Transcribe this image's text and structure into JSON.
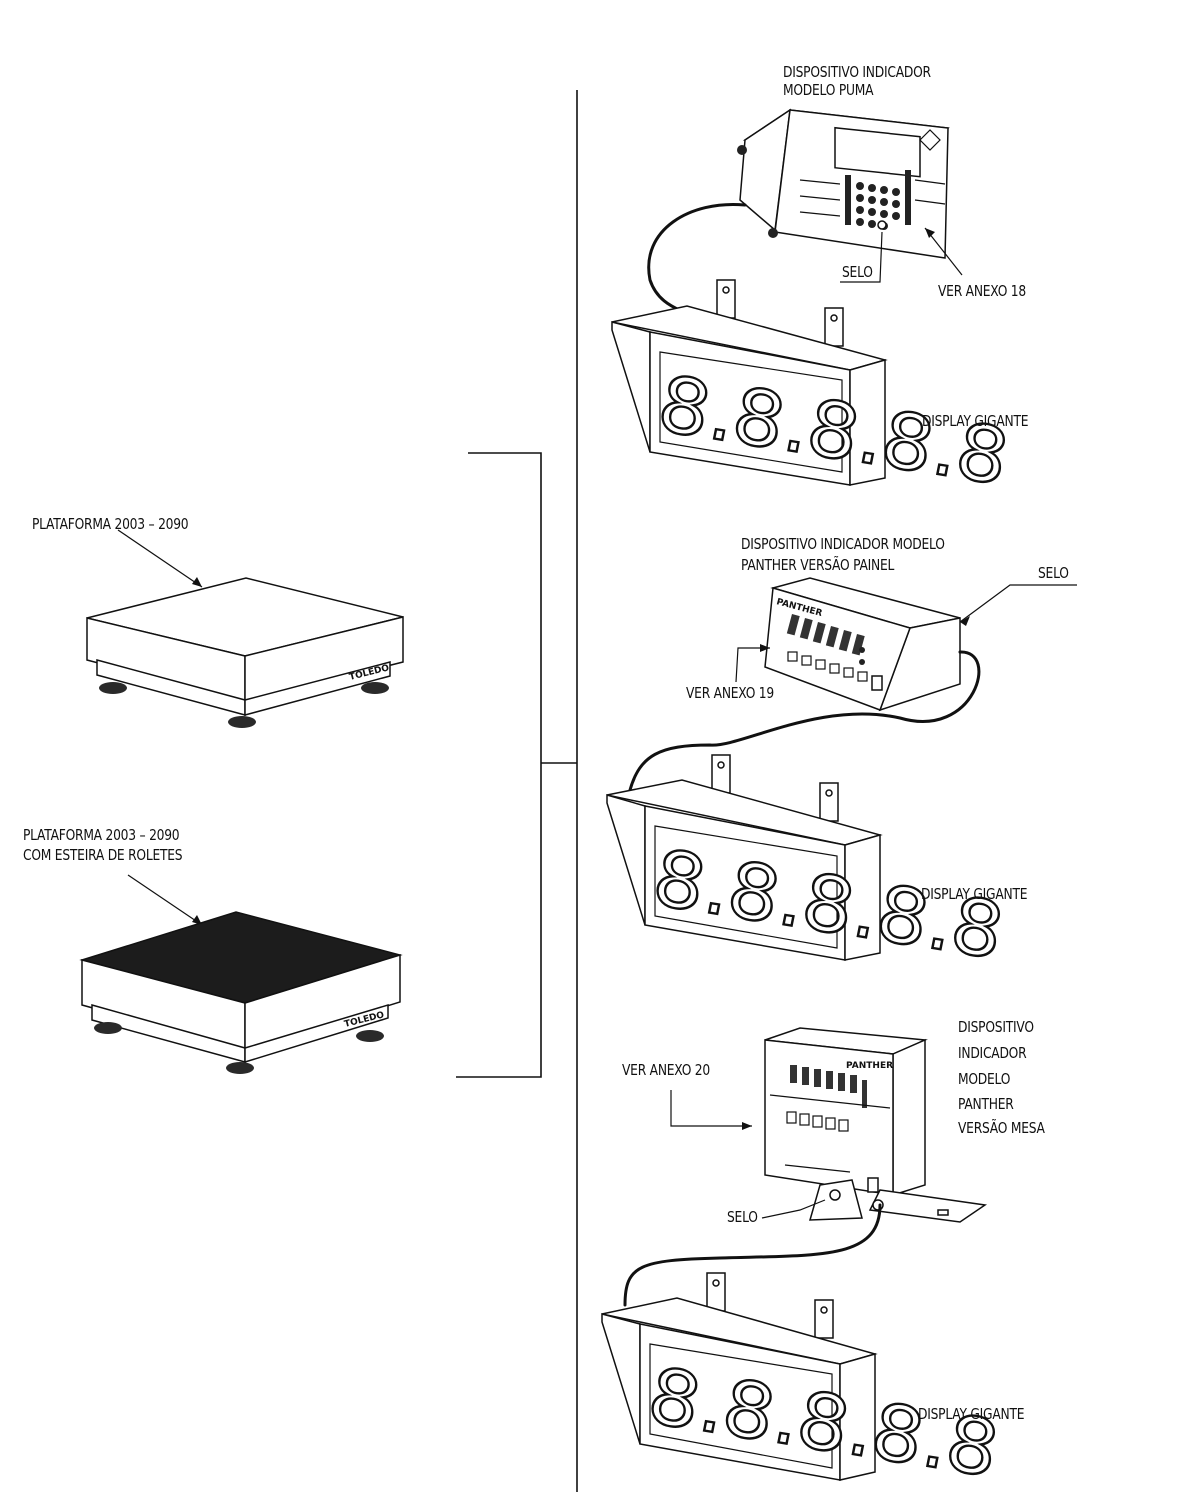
{
  "labels": {
    "puma_title": "DISPOSITIVO INDICADOR",
    "puma_model": "MODELO PUMA",
    "puma_seal": "SELO",
    "puma_annex": "VER ANEXO 18",
    "display_1": "DISPLAY GIGANTE",
    "panther_panel_title": "DISPOSITIVO INDICADOR MODELO",
    "panther_panel_version": "PANTHER VERSÃO PAINEL",
    "panther_panel_seal": "SELO",
    "panther_panel_annex": "VER ANEXO 19",
    "display_2": "DISPLAY GIGANTE",
    "platform_1": "PLATAFORMA 2003 – 2090",
    "platform_2_line1": "PLATAFORMA 2003 – 2090",
    "platform_2_line2": "COM ESTEIRA DE ROLETES",
    "panther_desk_l1": "DISPOSITIVO",
    "panther_desk_l2": "INDICADOR",
    "panther_desk_l3": "MODELO",
    "panther_desk_l4": "PANTHER",
    "panther_desk_l5": "VERSÃO MESA",
    "panther_desk_annex": "VER ANEXO 20",
    "panther_desk_seal": "SELO",
    "display_3": "DISPLAY GIGANTE"
  },
  "display_readout": "8.8.8.8.8",
  "platform_brand": "TOLEDO",
  "indicator_brand": "PANTHER"
}
